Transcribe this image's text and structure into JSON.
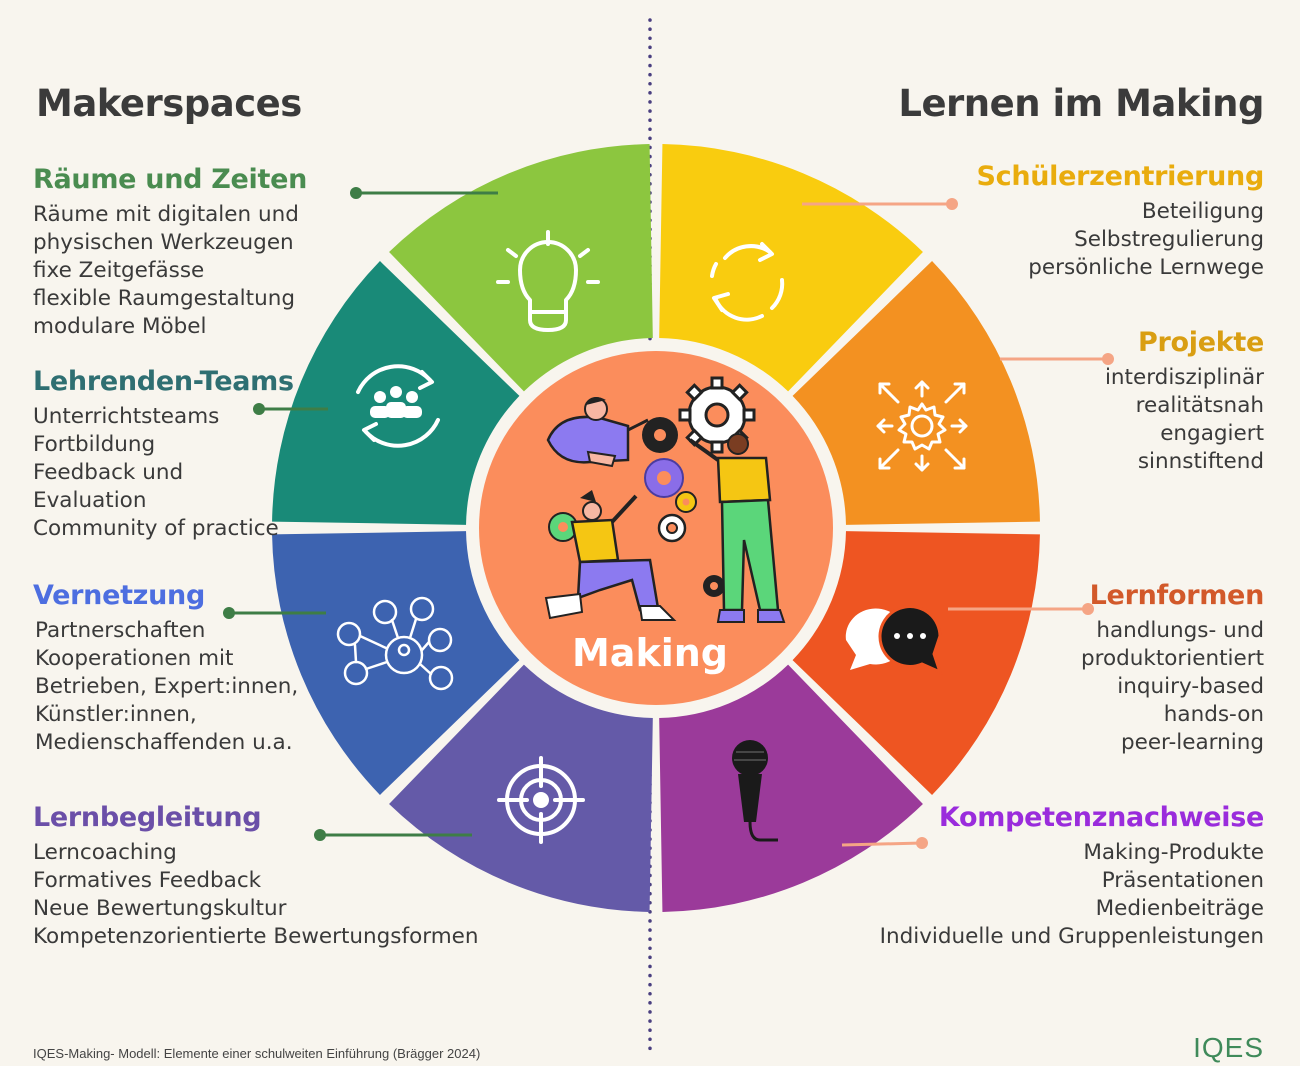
{
  "headings": {
    "left": "Makerspaces",
    "right": "Lernen im Making"
  },
  "center": {
    "label": "Making"
  },
  "left_blocks": [
    {
      "title": "Räume und Zeiten",
      "color": "#4a8c50",
      "items": [
        "Räume mit digitalen und",
        "physischen Werkzeugen",
        "fixe Zeitgefässe",
        "flexible Raumgestaltung",
        "modulare Möbel"
      ]
    },
    {
      "title": "Lehrenden-Teams",
      "color": "#2f6f72",
      "items": [
        "Unterrichtsteams",
        "Fortbildung",
        "Feedback und",
        "Evaluation",
        "Community of practice"
      ]
    },
    {
      "title": "Vernetzung",
      "color": "#4d6ee0",
      "items": [
        "Partnerschaften",
        "Kooperationen mit",
        "Betrieben, Expert:innen,",
        "Künstler:innen,",
        "Medienschaffenden u.a."
      ]
    },
    {
      "title": "Lernbegleitung",
      "color": "#6b4fa8",
      "items": [
        "Lerncoaching",
        "Formatives Feedback",
        "Neue Bewertungskultur",
        "Kompetenzorientierte Bewertungsformen"
      ]
    }
  ],
  "right_blocks": [
    {
      "title": "Schülerzentrierung",
      "color": "#e9ac0d",
      "items": [
        "Beteiligung",
        "Selbstregulierung",
        "persönliche Lernwege"
      ]
    },
    {
      "title": "Projekte",
      "color": "#d99e12",
      "items": [
        "interdisziplinär",
        "realitätsnah",
        "engagiert",
        "sinnstiftend"
      ]
    },
    {
      "title": "Lernformen",
      "color": "#d2592a",
      "items": [
        "handlungs- und",
        "produktorientiert",
        "inquiry-based",
        "hands-on",
        "peer-learning"
      ]
    },
    {
      "title": "Kompetenznachweise",
      "color": "#9a2cdc",
      "items": [
        "Making-Produkte",
        "Präsentationen",
        "Medienbeiträge",
        "Individuelle und Gruppenleistungen"
      ]
    }
  ],
  "segments": [
    {
      "color": "#8cc63f",
      "icon": "lightbulb-icon"
    },
    {
      "color": "#198a78",
      "icon": "team-cycle-icon"
    },
    {
      "color": "#3d63b0",
      "icon": "network-icon"
    },
    {
      "color": "#645aa8",
      "icon": "target-icon"
    },
    {
      "color": "#f9cc0f",
      "icon": "refresh-cycle-icon"
    },
    {
      "color": "#f39121",
      "icon": "gear-arrows-icon"
    },
    {
      "color": "#ee5522",
      "icon": "speech-bubbles-icon"
    },
    {
      "color": "#9b3a9a",
      "icon": "microphone-icon"
    }
  ],
  "footer": "IQES-Making- Modell: Elemente einer schulweiten Einführung (Brägger 2024)",
  "brand": "IQES"
}
